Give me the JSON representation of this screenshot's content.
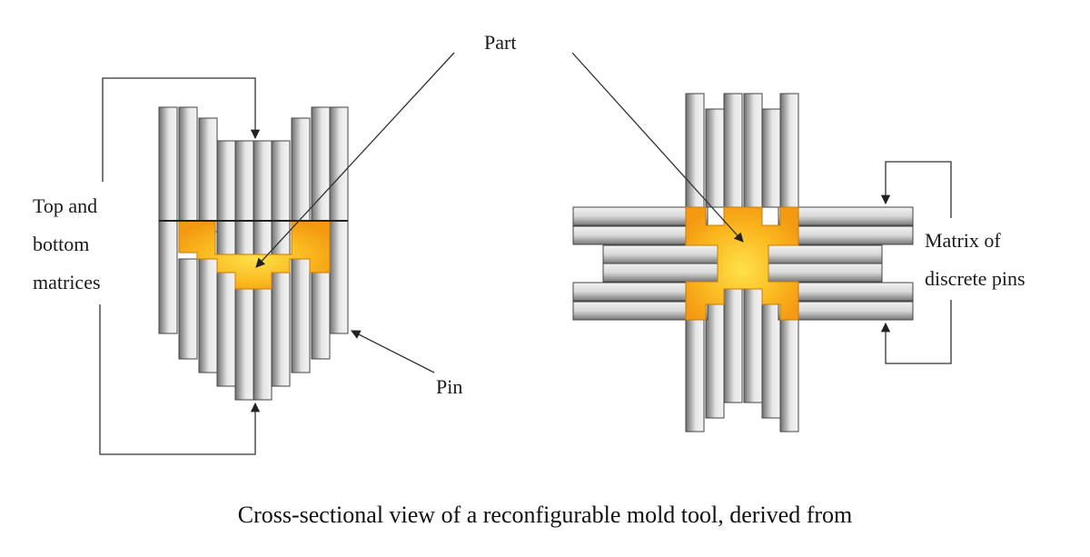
{
  "labels": {
    "part": "Part",
    "top_bottom": [
      "Top and",
      "bottom",
      "matrices"
    ],
    "pin": "Pin",
    "matrix": [
      "Matrix of",
      "discrete pins"
    ]
  },
  "caption": "Cross-sectional view of a reconfigurable mold tool, derived from",
  "colors": {
    "pin_dark": "#6f6f6f",
    "pin_light": "#f2f2f2",
    "part_core": "#ffe14a",
    "part_edge": "#f39a12",
    "line": "#333333"
  }
}
